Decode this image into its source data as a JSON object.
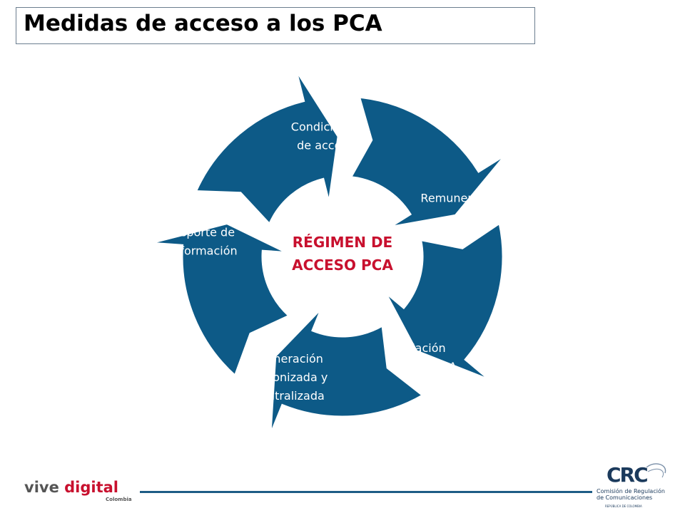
{
  "title": "Medidas de acceso a los PCA",
  "diagram": {
    "center": {
      "lines": [
        "RÉGIMEN DE",
        "ACCESO PCA"
      ]
    },
    "segments": [
      {
        "id": "condiciones",
        "lines": [
          "Condiciones",
          "de acceso"
        ]
      },
      {
        "id": "remuneracion",
        "lines": [
          "Remuneración"
        ]
      },
      {
        "id": "relacion",
        "lines": [
          "Relación",
          "Usuario-PCA"
        ]
      },
      {
        "id": "numeracion",
        "lines": [
          "Numeración",
          "Armonizada y",
          "Centralizada"
        ]
      },
      {
        "id": "reporte",
        "lines": [
          "Reporte de",
          "Información"
        ]
      }
    ]
  },
  "footer": {
    "left_logo": {
      "word1": "vive",
      "word2": "digital",
      "sub": "Colombia"
    },
    "right_logo": {
      "mark": "CRC",
      "line1": "Comisión de Regulación",
      "line2": "de Comunicaciones",
      "line3": "REPÚBLICA DE COLOMBIA"
    }
  },
  "colors": {
    "arrow_fill": "#0d5a87",
    "center_text": "#c8102e",
    "title_border": "#6b7e8f",
    "footer_line": "#1d5c86",
    "vive_gray": "#555555",
    "vive_red": "#c8102e",
    "crc_blue": "#1b3a5c"
  }
}
